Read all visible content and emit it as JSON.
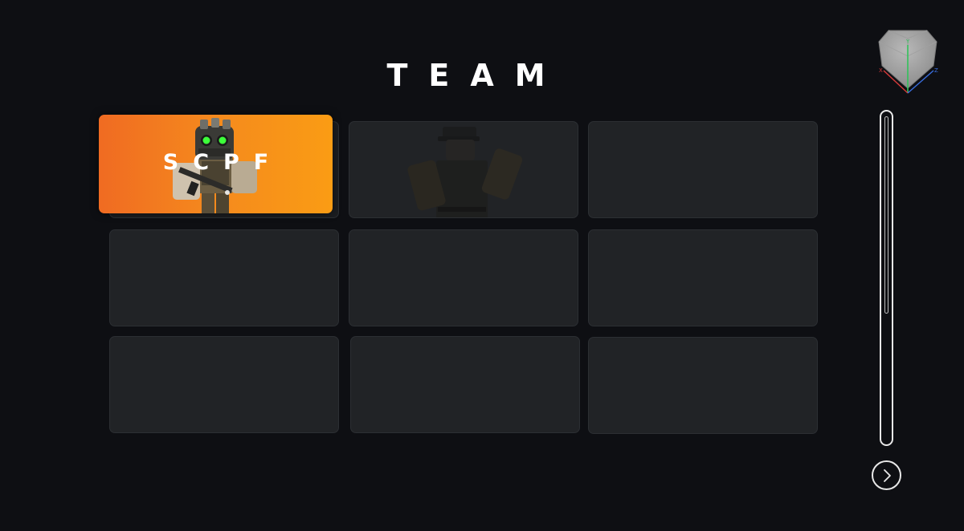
{
  "screen": {
    "title": "TEAM"
  },
  "teams": [
    {
      "label": "SCPF",
      "selected": true,
      "character": "armored-soldier-with-night-vision"
    },
    {
      "label": "",
      "selected": false,
      "character": "dark-soldier-silhouette"
    },
    {
      "label": "",
      "selected": false,
      "character": ""
    },
    {
      "label": "",
      "selected": false,
      "character": ""
    },
    {
      "label": "",
      "selected": false,
      "character": ""
    },
    {
      "label": "",
      "selected": false,
      "character": ""
    },
    {
      "label": "",
      "selected": false,
      "character": ""
    },
    {
      "label": "",
      "selected": false,
      "character": ""
    },
    {
      "label": "",
      "selected": false,
      "character": ""
    }
  ],
  "controls": {
    "next_icon": "chevron-right-icon",
    "view_gizmo_icon": "view-orientation-gizmo-icon",
    "gizmo_axes": [
      "Y",
      "X",
      "Z"
    ]
  },
  "colors": {
    "background": "#0e0f13",
    "card": "#212326",
    "selected_gradient_start": "#f06b22",
    "selected_gradient_end": "#fa9c14",
    "text": "#ffffff"
  }
}
